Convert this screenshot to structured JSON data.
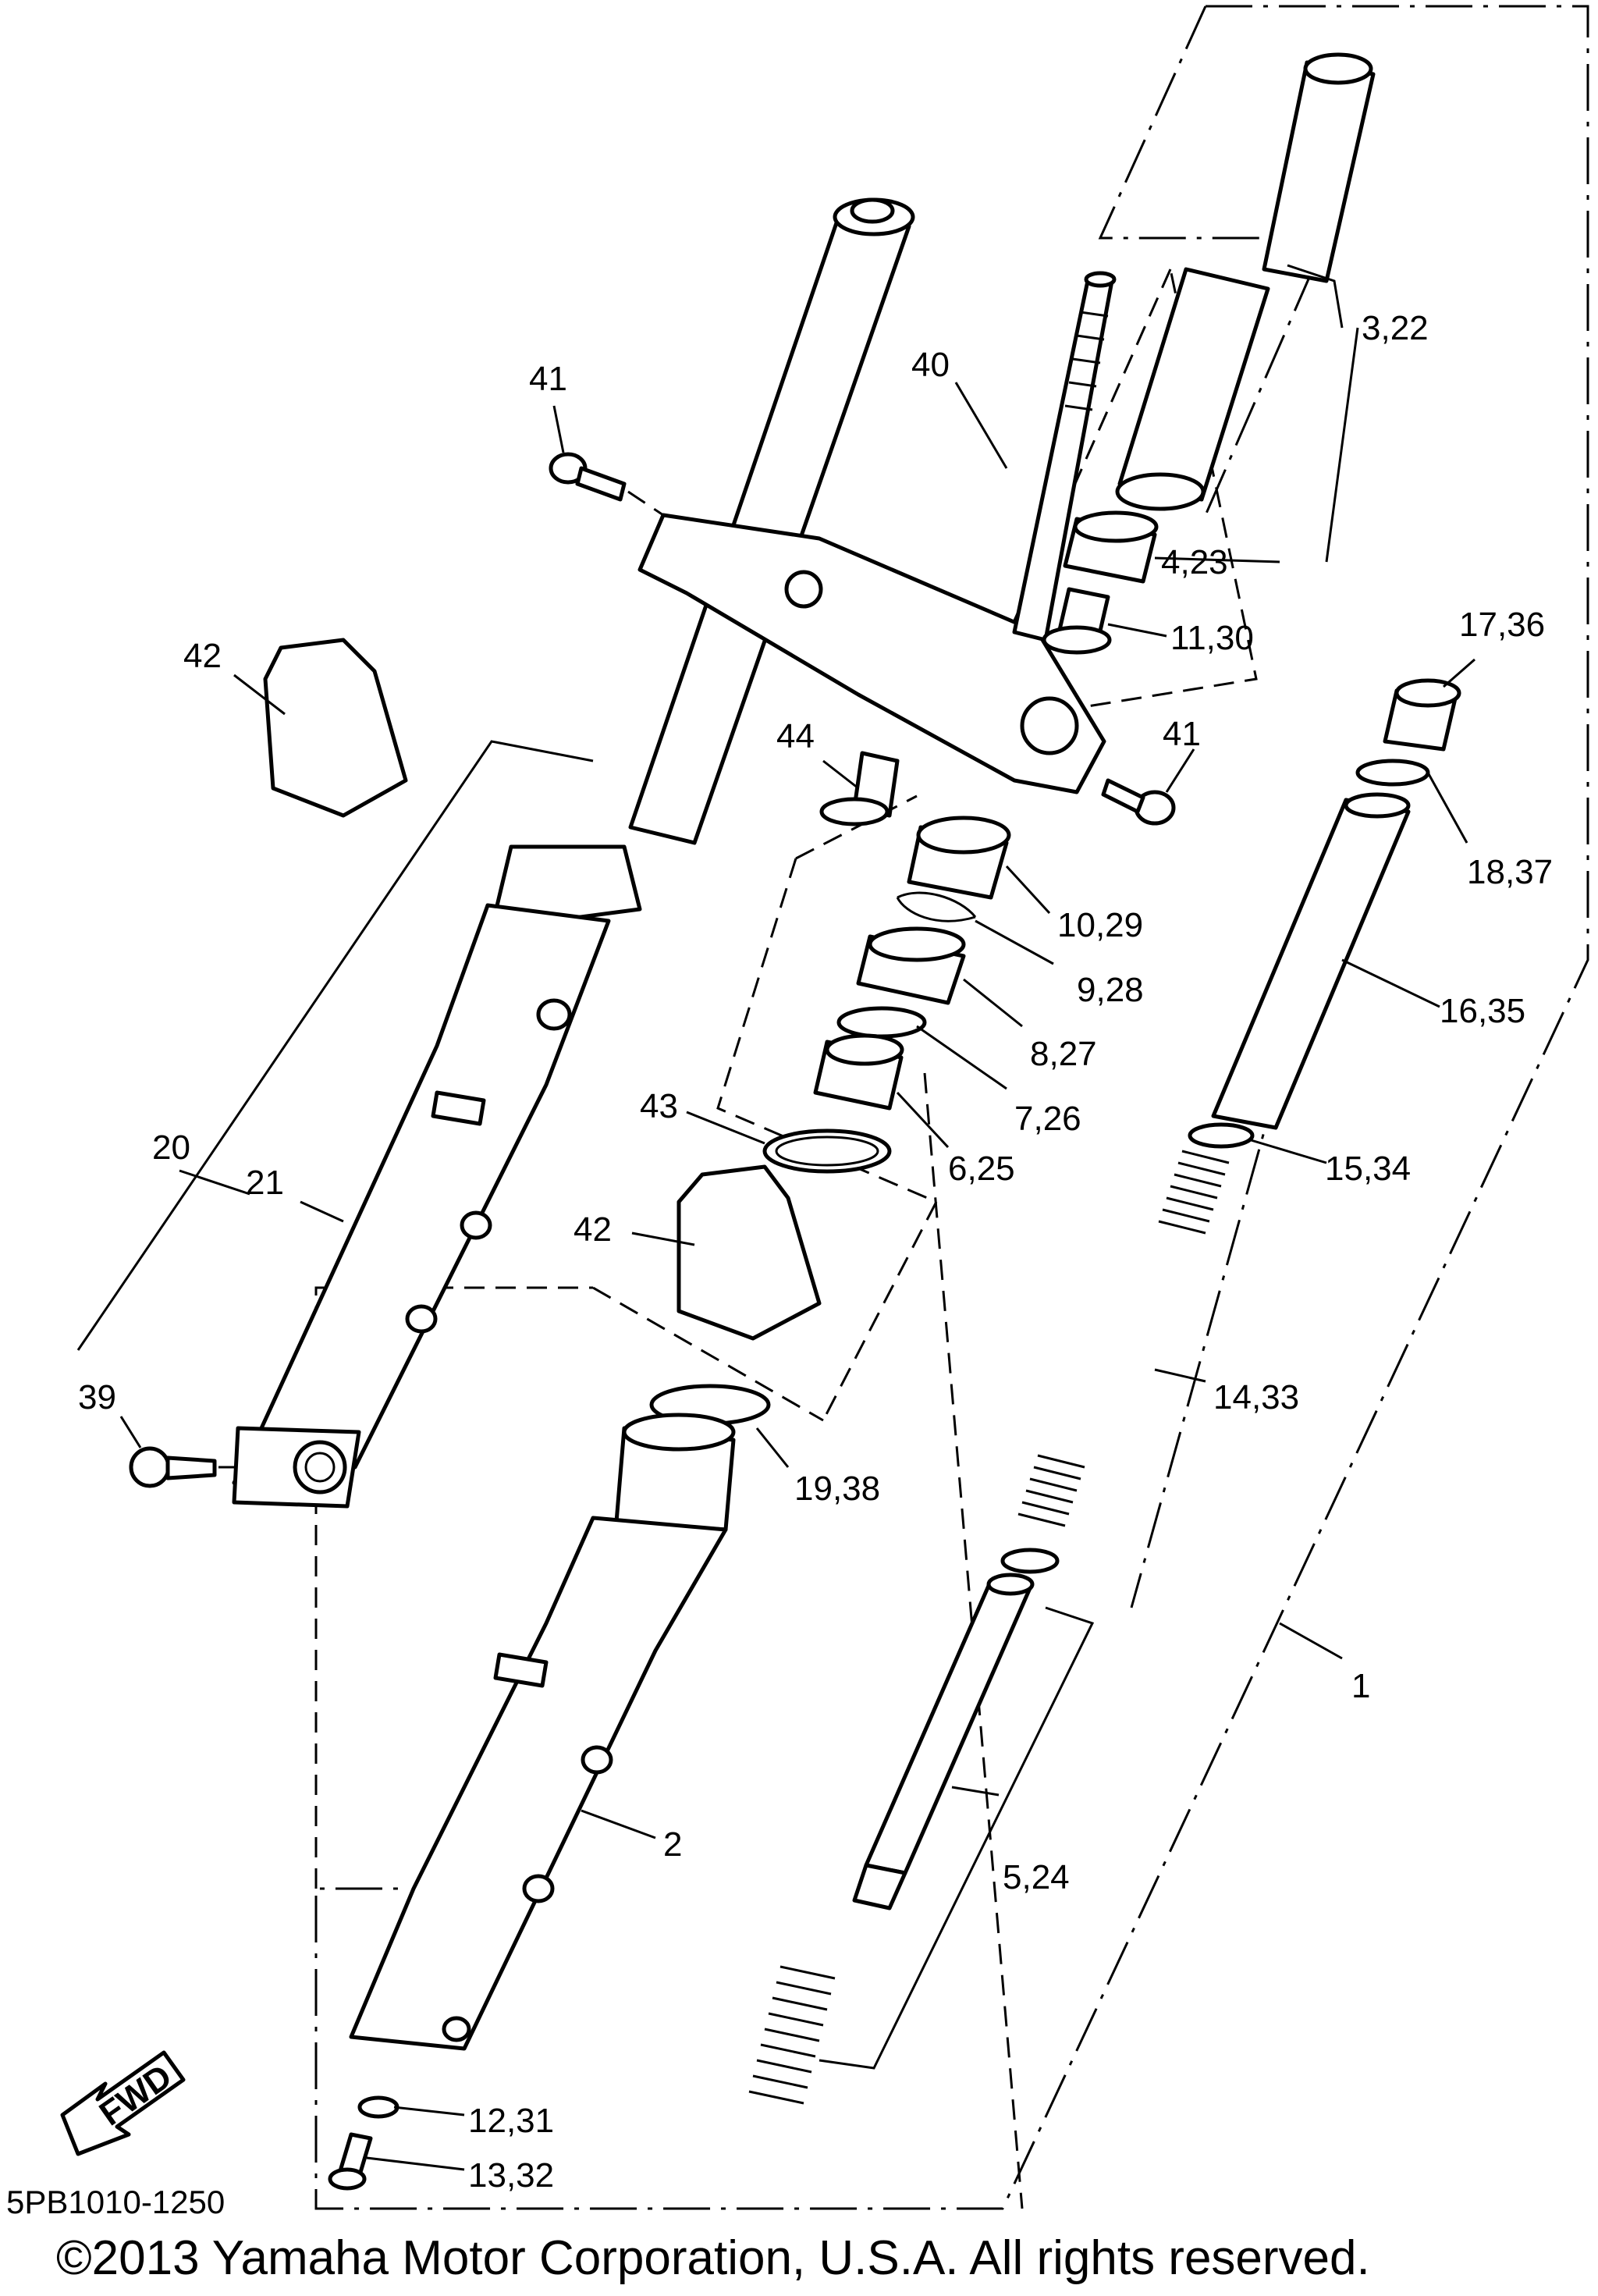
{
  "diagram_code": "5PB1010-1250",
  "copyright": "©2013 Yamaha Motor Corporation, U.S.A. All rights reserved.",
  "fwd_label": "FWD",
  "callouts": {
    "c1": "1",
    "c2": "2",
    "c3_22": "3,22",
    "c4_23": "4,23",
    "c5_24": "5,24",
    "c6_25": "6,25",
    "c7_26": "7,26",
    "c8_27": "8,27",
    "c9_28": "9,28",
    "c10_29": "10,29",
    "c11_30": "11,30",
    "c12_31": "12,31",
    "c13_32": "13,32",
    "c14_33": "14,33",
    "c15_34": "15,34",
    "c16_35": "16,35",
    "c17_36": "17,36",
    "c18_37": "18,37",
    "c19_38": "19,38",
    "c20": "20",
    "c21": "21",
    "c39": "39",
    "c40": "40",
    "c41_top": "41",
    "c41_right": "41",
    "c42_top": "42",
    "c42_mid": "42",
    "c43": "43",
    "c44": "44"
  }
}
